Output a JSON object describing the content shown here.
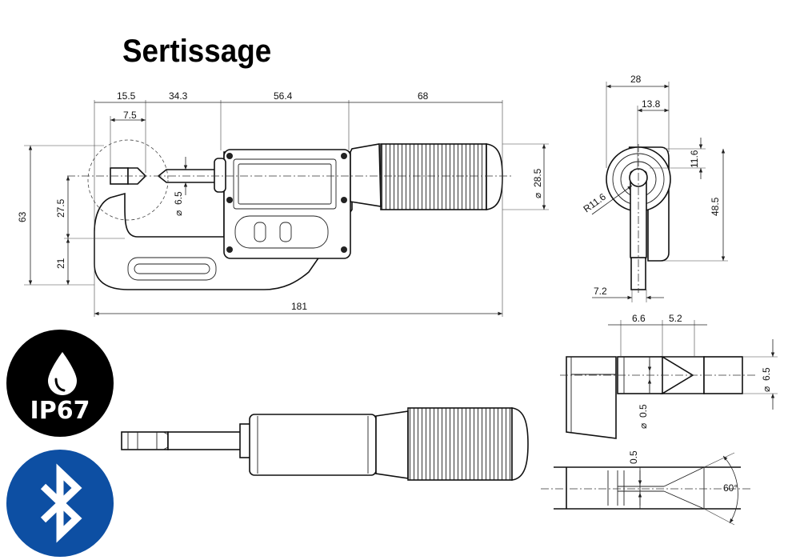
{
  "title": "Sertissage",
  "dims_front": {
    "d15_5": "15.5",
    "d34_3": "34.3",
    "d56_4": "56.4",
    "d68": "68",
    "d7_5": "7.5",
    "d63": "63",
    "d27_5": "27.5",
    "d21": "21",
    "d181": "181",
    "d6_5": "6.5",
    "d28_5": "28.5"
  },
  "dims_side": {
    "d28": "28",
    "d13_8": "13.8",
    "d11_6": "11.6",
    "d48_5": "48.5",
    "r11_6": "R11.6",
    "d7_2": "7.2"
  },
  "dims_detail": {
    "d6_6": "6.6",
    "d5_2": "5.2",
    "d6_5": "6.5",
    "d0_5a": "0.5",
    "d0_5b": "0.5",
    "a60": "60°"
  },
  "diameter_symbol": "⌀",
  "badges": {
    "ip_label": "IP67",
    "ip_icon": "water-drop-icon",
    "bt_icon": "bluetooth-icon",
    "ip_color": "#000000",
    "bt_color": "#0d4fa3"
  }
}
